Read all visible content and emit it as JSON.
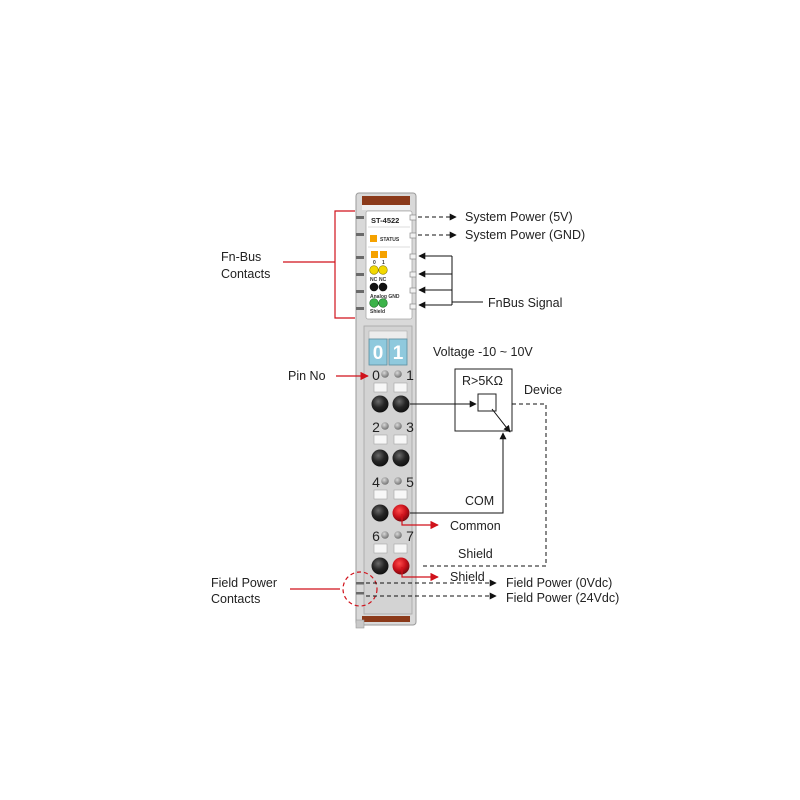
{
  "module": {
    "model": "ST-4522",
    "status_label": "STATUS",
    "led_labels": [
      "0",
      "1"
    ],
    "nc_labels": [
      "NC",
      "NC"
    ],
    "analog_gnd_label": "Analog GND",
    "shield_label": "Shield",
    "channel_numbers": [
      "0",
      "1"
    ],
    "pin_numbers": [
      "0",
      "1",
      "2",
      "3",
      "4",
      "5",
      "6",
      "7"
    ]
  },
  "labels": {
    "fn_bus_contacts": [
      "Fn-Bus",
      "Contacts"
    ],
    "system_power_5v": "System Power (5V)",
    "system_power_gnd": "System Power (GND)",
    "fnbus_signal": "FnBus Signal",
    "pin_no": "Pin No",
    "voltage": "Voltage -10 ~ 10V",
    "resistor": "R>5KΩ",
    "device": "Device",
    "com": "COM",
    "common": "Common",
    "shield_wire": "Shield",
    "shield_pin": "Shield",
    "field_power_contacts": [
      "Field Power",
      "Contacts"
    ],
    "field_power_0vdc": "Field Power (0Vdc)",
    "field_power_24vdc": "Field Power (24Vdc)"
  },
  "colors": {
    "arrow_red": "#d0121b",
    "module_body": "#d9d9d9",
    "module_top": "#8b3a1a",
    "status_orange": "#f5a200",
    "led_yellow": "#f2d800",
    "led_green": "#3cb34a",
    "channel_box": "#8fc9dd",
    "terminal_red": "#c8101a"
  }
}
